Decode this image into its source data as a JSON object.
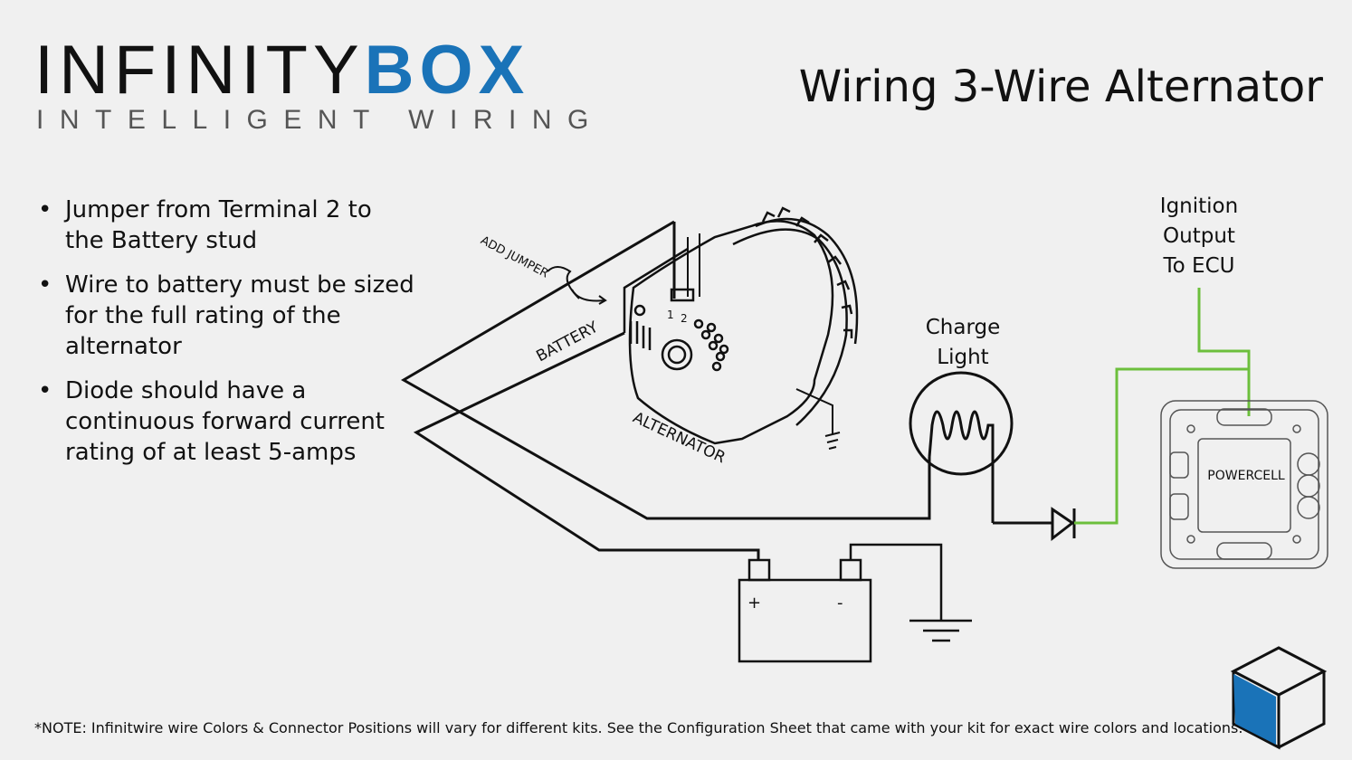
{
  "logo": {
    "brand_part1": "INFINITY",
    "brand_part2": "BOX",
    "tagline": "INTELLIGENT WIRING",
    "brand_color": "#1a73b8"
  },
  "title": "Wiring 3-Wire Alternator",
  "bullets": [
    "Jumper from Terminal 2 to the Battery stud",
    "Wire to battery must be sized for the full rating of the alternator",
    "Diode should have a continuous forward current rating of at least 5-amps"
  ],
  "diagram": {
    "add_jumper": "ADD JUMPER",
    "battery_label": "BATTERY",
    "alternator_label": "ALTERNATOR",
    "terminal_1": "1",
    "terminal_2": "2",
    "charge_light": "Charge Light",
    "ignition": "Ignition Output To ECU",
    "powercell": "POWERCELL",
    "battery_plus": "+",
    "battery_minus": "-",
    "wire_color": "#6cbf3c"
  },
  "note": "*NOTE: Infinitwire wire Colors & Connector Positions will vary for different kits.  See the Configuration Sheet that came with your kit for exact wire colors and locations."
}
